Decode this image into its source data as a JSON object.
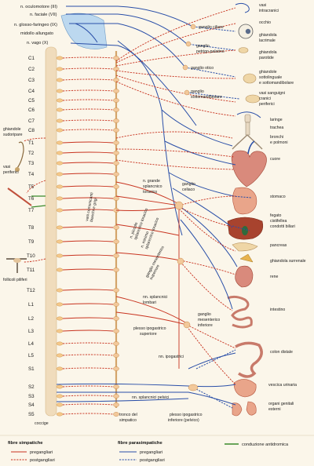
{
  "cranial_nerves": [
    "n. oculomotore (III)",
    "n. faciale (VII)",
    "n. glosso-faringeo (IX)",
    "midollo allungato",
    "n. vago (X)"
  ],
  "segments": [
    "C1",
    "C2",
    "C3",
    "C4",
    "C5",
    "C6",
    "C7",
    "C8",
    "T1",
    "T2",
    "T3",
    "T4",
    "T5",
    "T6",
    "T7",
    "T8",
    "T9",
    "T10",
    "T11",
    "T12",
    "L1",
    "L2",
    "L3",
    "L4",
    "L5",
    "S1",
    "S2",
    "S3",
    "S4",
    "S5"
  ],
  "coccige": "coccige",
  "left_labels": {
    "ghiandole_sudoripare": [
      "ghiandole",
      "sudoripare"
    ],
    "vasi_periferici": [
      "vasi",
      "periferici"
    ],
    "follicoli_piliferi": "follicoli piliferi"
  },
  "organs": {
    "vasi_intracranici": [
      "vasi",
      "intracranici"
    ],
    "occhio": "occhio",
    "ghiandola_lacrimale": [
      "ghiandola",
      "lacrimale"
    ],
    "ghiandola_parotide": [
      "ghiandola",
      "parotide"
    ],
    "ghiandole_sotto": [
      "ghiandole",
      "sottolinguale",
      "e sottomandibolare"
    ],
    "vasi_sanguigni": [
      "vasi sanguigni",
      "cranici",
      "periferici"
    ],
    "laringe": "laringe",
    "trachea": "trachea",
    "bronchi": [
      "bronchi",
      "e polmoni"
    ],
    "cuore": "cuore",
    "stomaco": "stomaco",
    "fegato": [
      "fegato",
      "cistifellea",
      "condotti biliari"
    ],
    "pancreas": "pancreas",
    "ghiandola_surrenale": "ghiandola surrenale",
    "rene": "rene",
    "intestino": "intestino",
    "colon_distale": "colon distale",
    "vescica_urinaria": "vescica urinaria",
    "organi_genitali": [
      "organi genitali",
      "esterni"
    ]
  },
  "ganglia": {
    "ganglio_ciliare": "ganglio ciliare",
    "ganglio_pterigo": [
      "ganglio",
      "petrigo-palatino"
    ],
    "ganglio_otico": "ganglio otico",
    "ganglio_sotto": [
      "ganglio",
      "sottomandibolare"
    ],
    "ganglio_celiaco": [
      "ganglio",
      "celiaco"
    ],
    "ganglio_mes_inf": [
      "ganglio",
      "mesenterico",
      "inferiore"
    ]
  },
  "nerve_labels": {
    "n_grande_splancnico": [
      "n. grande",
      "splancnico",
      "toracico"
    ],
    "n_splancnici_lombari": [
      "nn. splancnici",
      "lombari"
    ],
    "plesso_ipogastrico_sup": [
      "plesso ipogastrico",
      "superiore"
    ],
    "nn_ipogastrici": "nn. ipogastrici",
    "nn_splancnici_pelvici": "nn. splancnici pelvici",
    "plesso_ipogastrico_inf": [
      "plesso ipogastrico",
      "inferiore (pelvico)"
    ],
    "tronco_simpatico": [
      "tronco del",
      "simpatico"
    ]
  },
  "rotated_labels": {
    "rami_comunicanti": [
      "vasi comunicanti",
      "bianchi e grigi"
    ],
    "piccolo_splancnico": [
      "n. piccolo",
      "splancnico toracico"
    ],
    "minimo_splancnico": [
      "n. minimo",
      "splancnico toracico"
    ],
    "ganglio_mes_sup": [
      "ganglio mesenterico",
      "superiore"
    ]
  },
  "legend": {
    "simpatiche_title": "fibre simpatiche",
    "parasimpatiche_title": "fibre parasimpatiche",
    "pregangliari": "pregangliari",
    "postgangliari": "postgangliari",
    "antidromica": "conduzione antidromica",
    "colors": {
      "sympathetic": "#c8331f",
      "parasympathetic": "#2a4fa8",
      "antidromic": "#3a8a2a"
    }
  }
}
